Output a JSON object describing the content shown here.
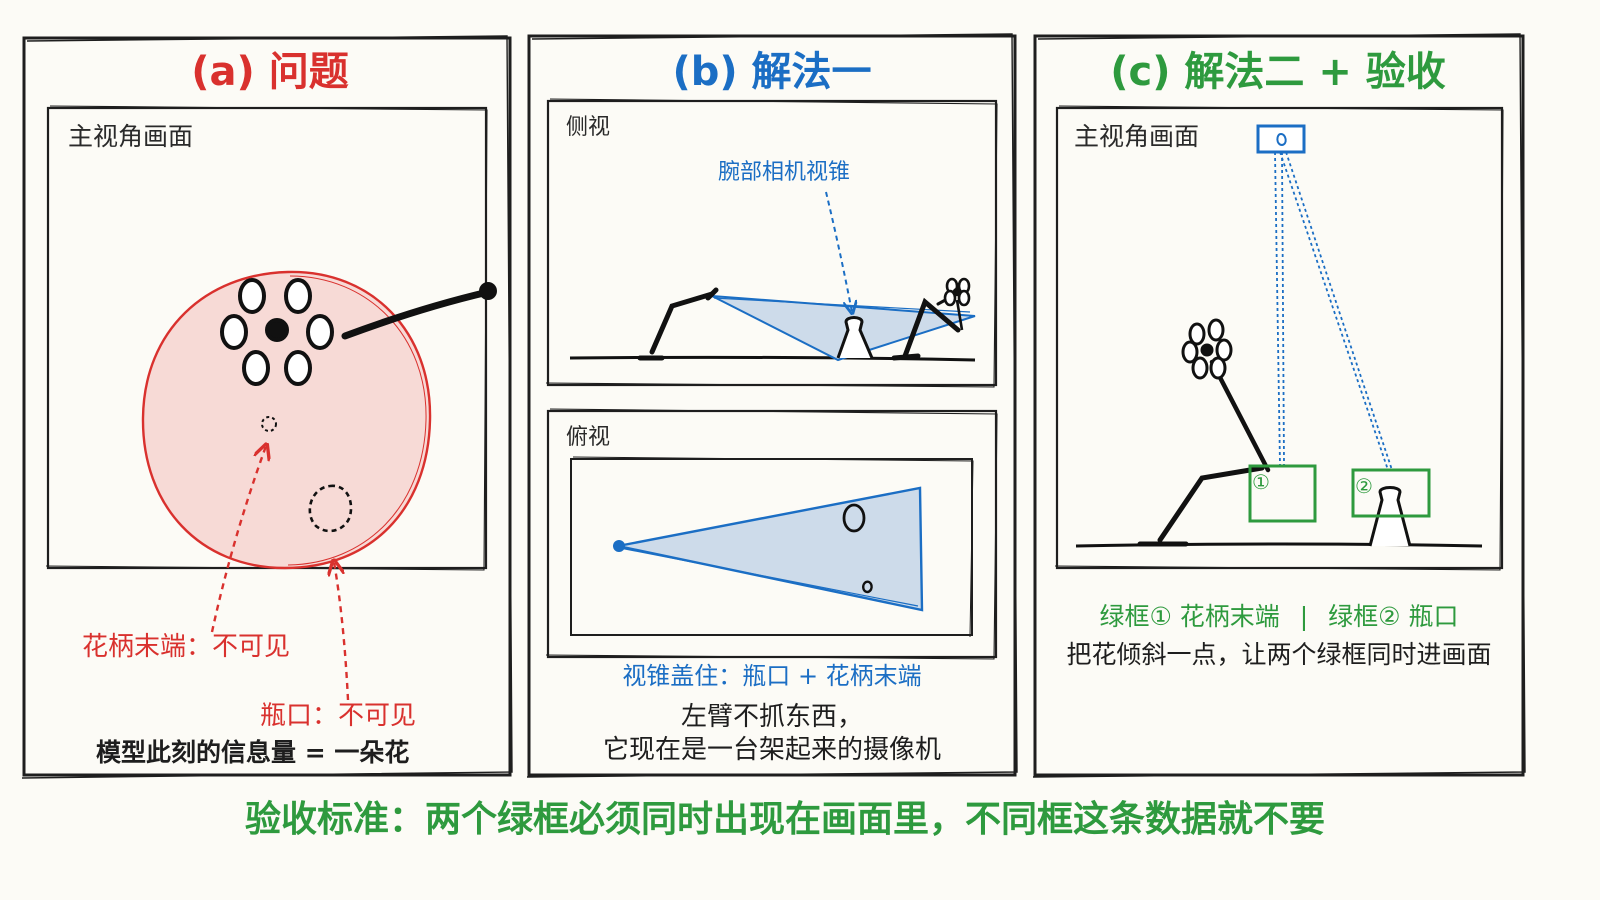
{
  "panels": [
    {
      "title": "(a) 问题",
      "view_label": "主视角画面",
      "note_stem": "花柄末端：不可见",
      "note_mouth": "瓶口：不可见",
      "summary": "模型此刻的信息量 = 一朵花"
    },
    {
      "title": "(b) 解法一",
      "side_label": "侧视",
      "cone_label": "腕部相机视锥",
      "top_label": "俯视",
      "cover_note": "视锥盖住：瓶口 + 花柄末端",
      "desc_line1": "左臂不抓东西，",
      "desc_line2": "它现在是一台架起来的摄像机"
    },
    {
      "title": "(c) 解法二 + 验收",
      "view_label": "主视角画面",
      "marker1": "①",
      "marker2": "②",
      "legend_part1": "绿框① 花柄末端",
      "legend_sep": "|",
      "legend_part2": "绿框② 瓶口",
      "instruction": "把花倾斜一点，让两个绿框同时进画面"
    }
  ],
  "footer": "验收标准：两个绿框必须同时出现在画面里，不同框这条数据就不要",
  "colors": {
    "red": "#d9312e",
    "blue": "#1b6ec4",
    "green": "#2e9a3e",
    "ink": "#1e1e1e",
    "pink_fill": "#f6d4d0",
    "cone_fill": "#cddbea"
  }
}
